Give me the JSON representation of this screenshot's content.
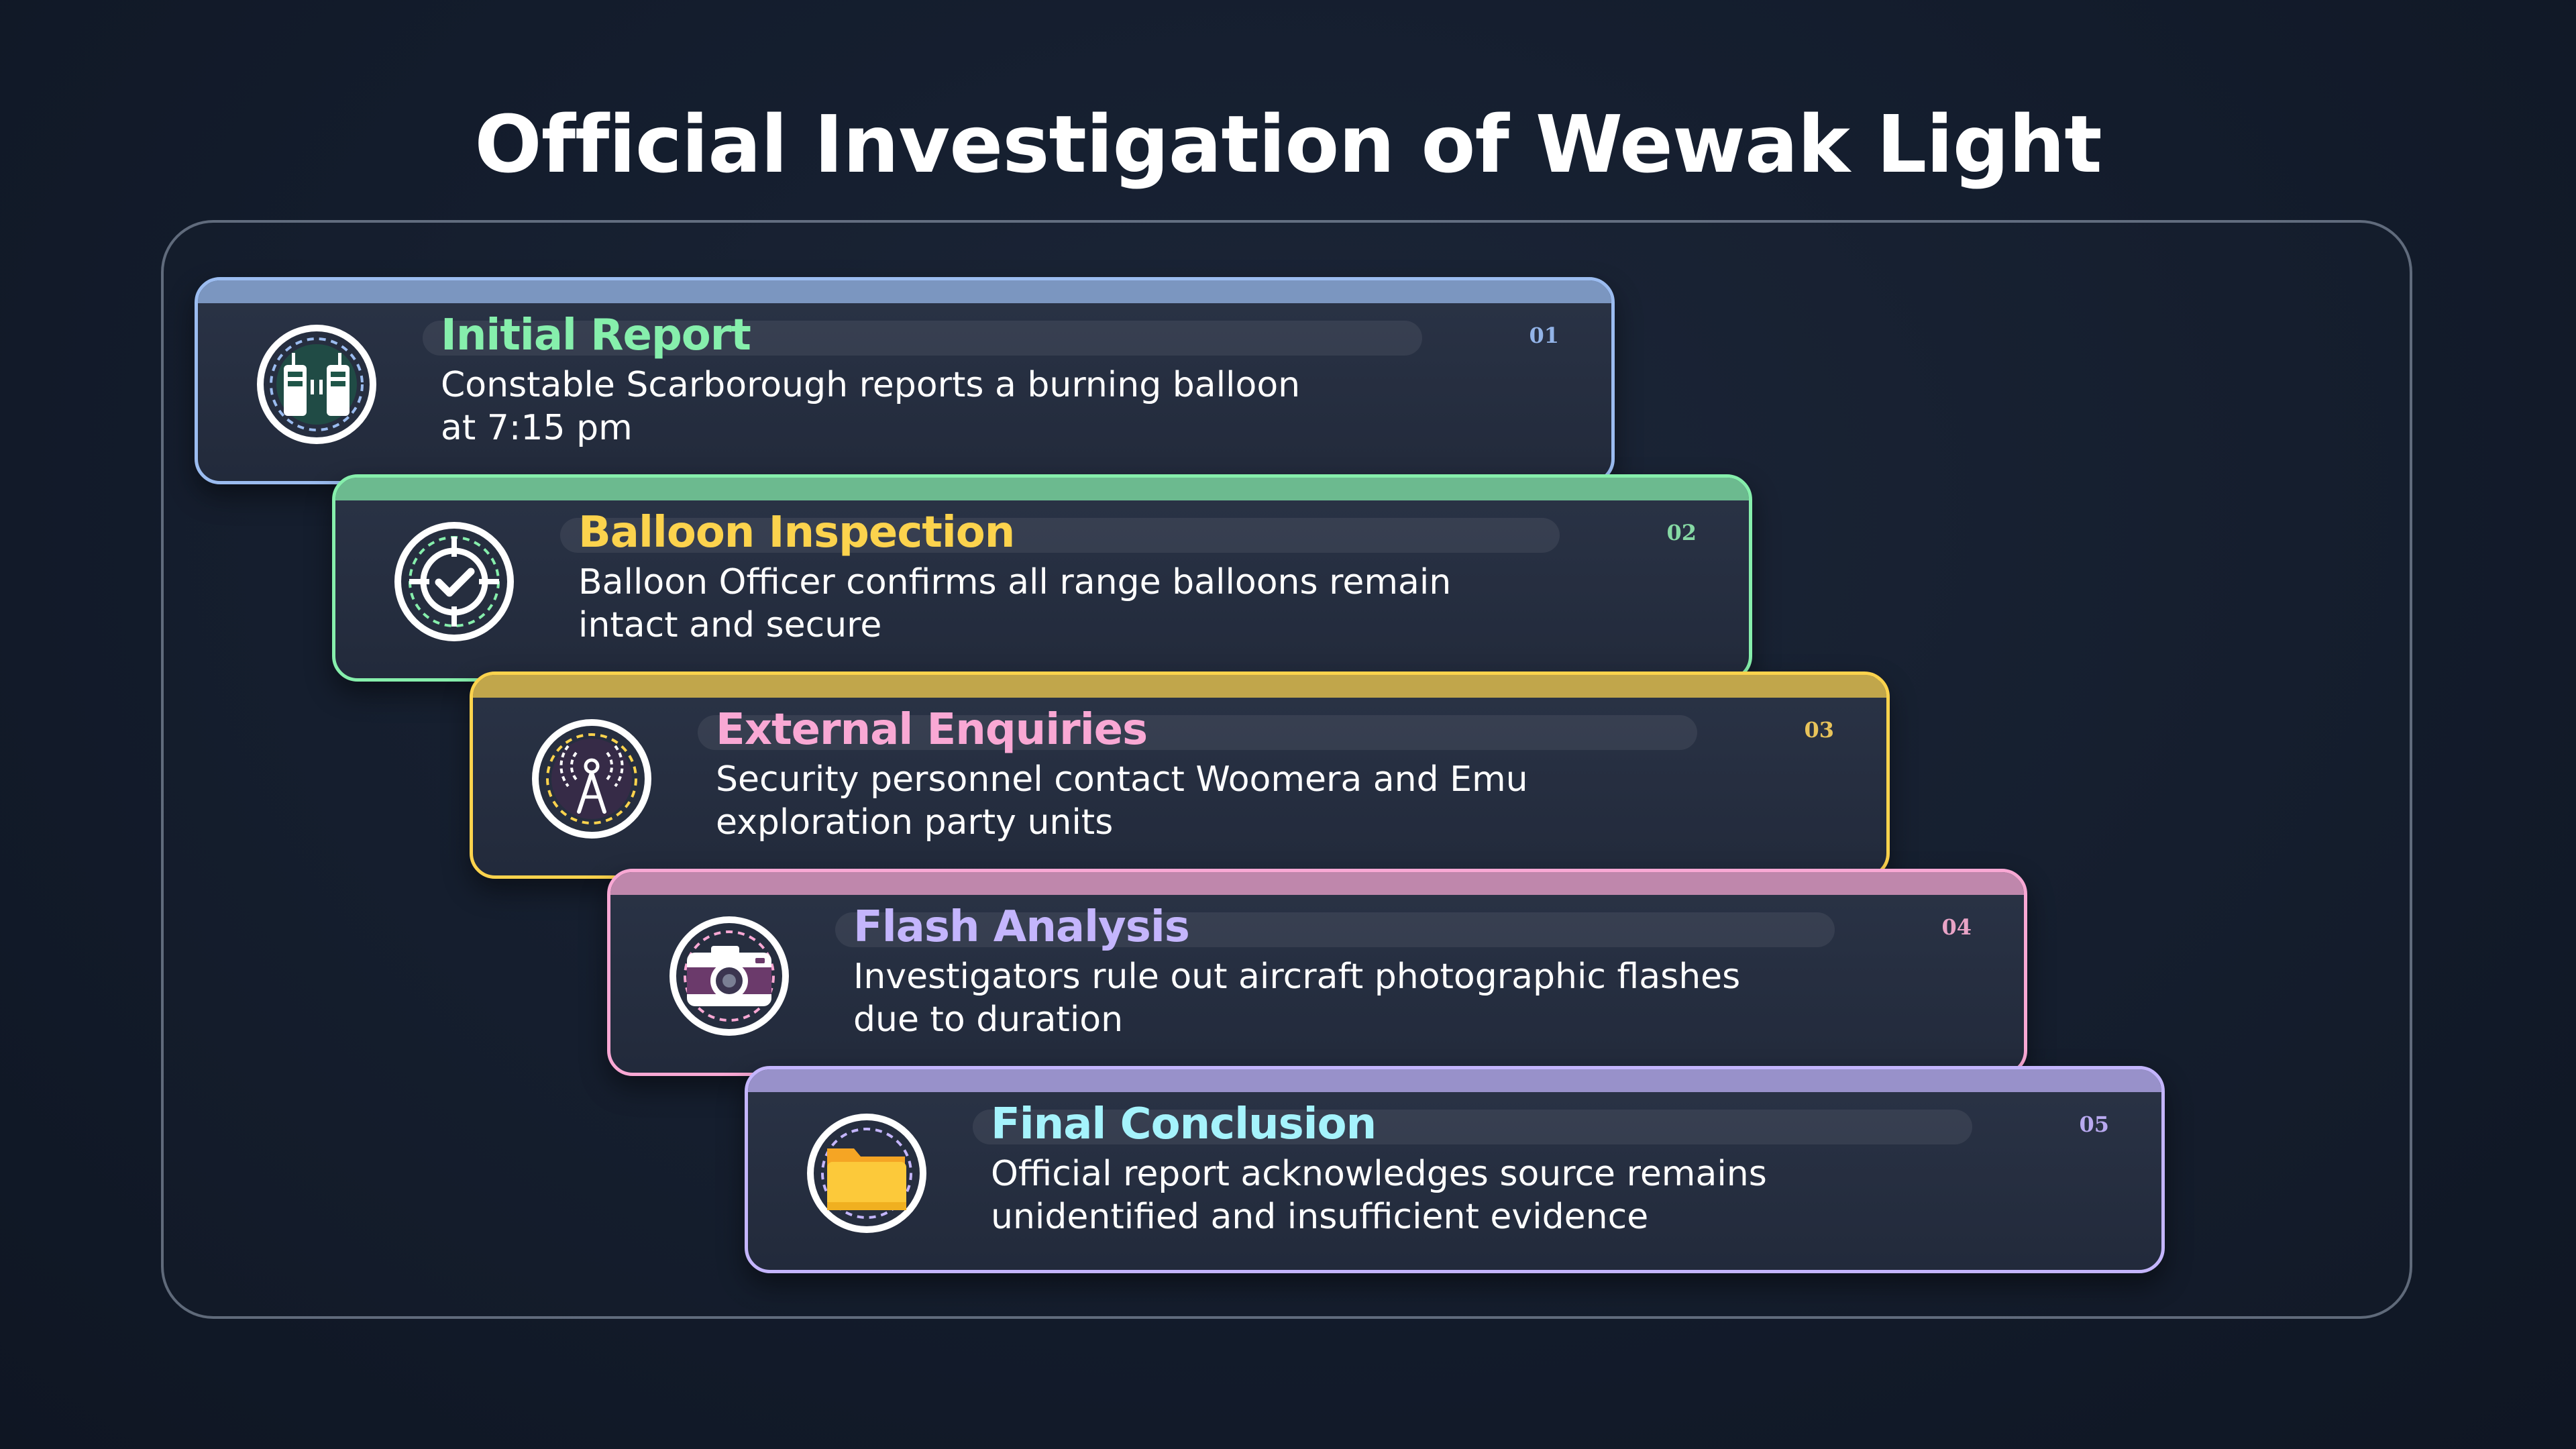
{
  "title": "Official Investigation of Wewak Light",
  "steps": [
    {
      "number": "01",
      "title": "Initial Report",
      "description": "Constable Scarborough reports a burning balloon at 7:15 pm",
      "icon": "walkie-talkie-icon",
      "border_color": "#9bbcf0",
      "title_color": "#86efac",
      "number_color": "#93b4e8"
    },
    {
      "number": "02",
      "title": "Balloon Inspection",
      "description": "Balloon Officer confirms all range balloons remain intact and secure",
      "icon": "target-check-icon",
      "border_color": "#86efac",
      "title_color": "#fcd34d",
      "number_color": "#86d9a4"
    },
    {
      "number": "03",
      "title": "External Enquiries",
      "description": "Security personnel contact Woomera and Emu exploration party units",
      "icon": "radio-tower-icon",
      "border_color": "#fcd34d",
      "title_color": "#f9a8d4",
      "number_color": "#e8c35a"
    },
    {
      "number": "04",
      "title": "Flash Analysis",
      "description": "Investigators rule out aircraft photographic flashes due to duration",
      "icon": "camera-icon",
      "border_color": "#f9a8d4",
      "title_color": "#c4b5fd",
      "number_color": "#e9a3c6"
    },
    {
      "number": "05",
      "title": "Final Conclusion",
      "description": "Official report acknowledges source remains unidentified and insufficient evidence",
      "icon": "folder-icon",
      "border_color": "#c4b5fd",
      "title_color": "#a5f3fc",
      "number_color": "#b9a9f0"
    }
  ]
}
